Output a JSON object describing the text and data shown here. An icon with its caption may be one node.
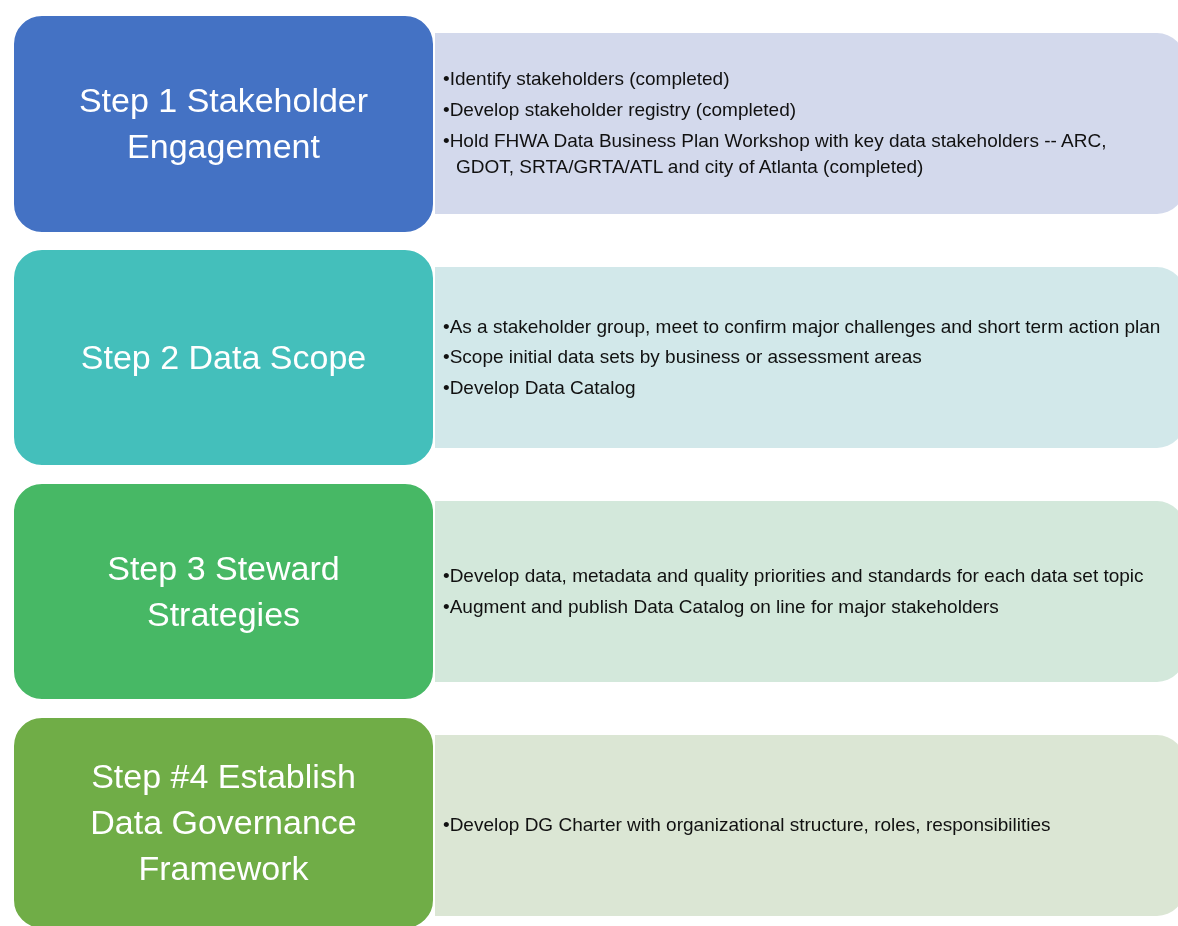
{
  "diagram": {
    "nodes": [
      {
        "text": [
          "•Identify stakeholders (completed)",
          "•Develop stakeholder registry (completed)",
          "•Hold FHWA Data Business Plan Workshop with key data stakeholders -- ARC, GDOT, SRTA/GRTA/ATL and city of Atlanta (completed)"
        ]
      },
      {
        "text": [
          "Step 1 Stakeholder Engagement"
        ]
      },
      {
        "text": [
          "•As a stakeholder group, meet to confirm major challenges and short term action plan",
          "•Scope initial data sets by business or assessment areas",
          "•Develop Data Catalog"
        ]
      },
      {
        "text": [
          "Step 2 Data Scope"
        ]
      },
      {
        "text": [
          "•Develop data, metadata and quality priorities and standards for each data set topic",
          "•Augment and publish Data Catalog on line for major stakeholders"
        ]
      },
      {
        "text": [
          "Step 3 Steward Strategies"
        ]
      },
      {
        "text": [
          "•Develop DG Charter with organizational structure, roles, responsibilities"
        ]
      },
      {
        "text": [
          "Step #4 Establish Data Governance Framework"
        ]
      }
    ]
  }
}
